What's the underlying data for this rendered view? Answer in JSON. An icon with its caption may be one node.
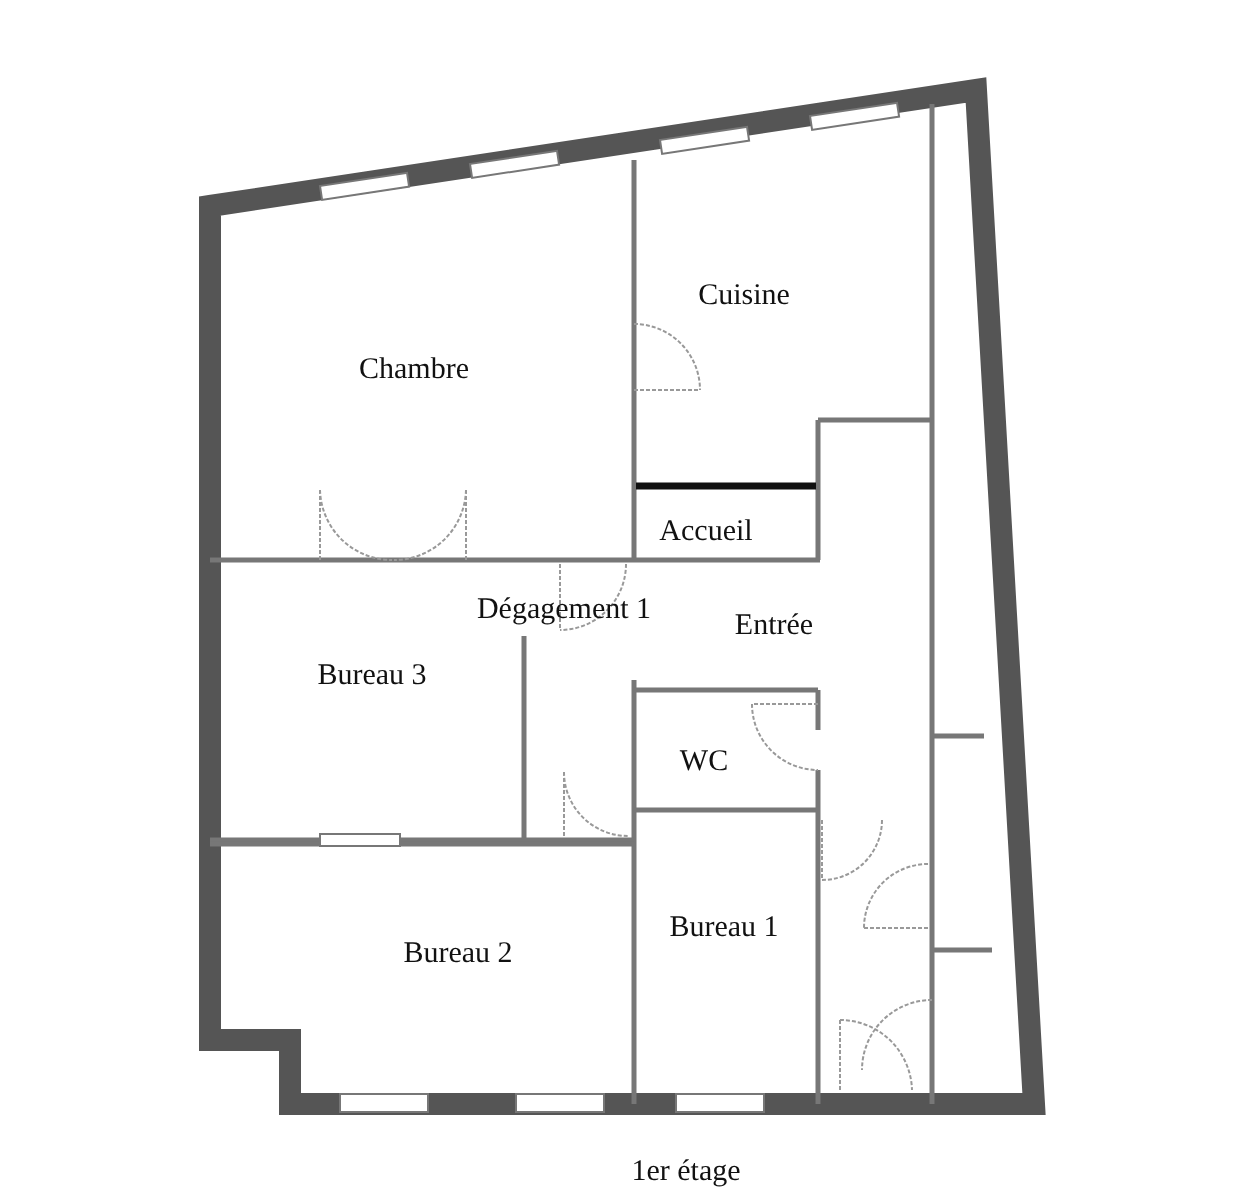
{
  "diagram": {
    "caption": "1er étage",
    "labels": [
      "Cuisine",
      "Chambre",
      "Accueil",
      "Dégagement 1",
      "Entrée",
      "Bureau 3",
      "WC",
      "Bureau 2",
      "Bureau 1"
    ]
  }
}
